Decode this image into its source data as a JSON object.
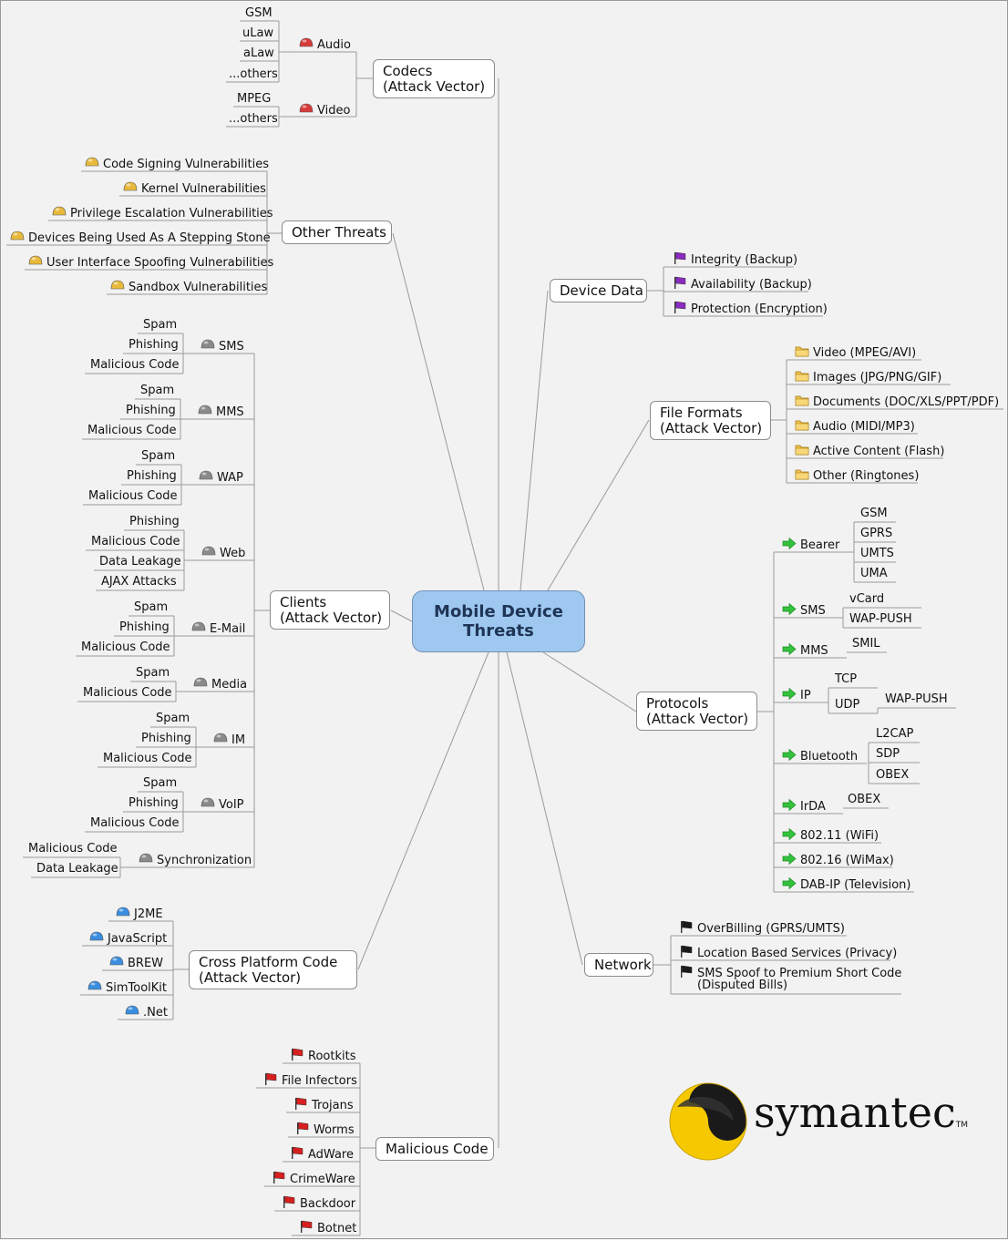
{
  "center": {
    "line1": "Mobile Device",
    "line2": "Threats"
  },
  "brand": {
    "word": "symantec",
    "tm": "TM",
    "colors": {
      "yellow": "#f5c800",
      "dark": "#1a1a1a"
    }
  },
  "branches": {
    "codecs": {
      "lines": [
        "Codecs",
        "(Attack Vector)"
      ]
    },
    "other_threats": {
      "lines": [
        "Other Threats"
      ]
    },
    "clients": {
      "lines": [
        "Clients",
        "(Attack Vector)"
      ]
    },
    "cross_platform": {
      "lines": [
        "Cross Platform Code",
        "(Attack Vector)"
      ]
    },
    "malicious_code": {
      "lines": [
        "Malicious Code"
      ]
    },
    "device_data": {
      "lines": [
        "Device Data"
      ]
    },
    "file_formats": {
      "lines": [
        "File Formats",
        "(Attack Vector)"
      ]
    },
    "protocols": {
      "lines": [
        "Protocols",
        "(Attack Vector)"
      ]
    },
    "network": {
      "lines": [
        "Network"
      ]
    }
  },
  "labels": {
    "audio": "Audio",
    "video": "Video",
    "gsm": "GSM",
    "ulaw": "uLaw",
    "alaw": "aLaw",
    "audio_others": "...others",
    "mpeg": "MPEG",
    "video_others": "...others",
    "code_signing": "Code Signing Vulnerabilities",
    "kernel": "Kernel Vulnerabilities",
    "privilege": "Privilege Escalation Vulnerabilities",
    "stepping": "Devices Being Used As A Stepping Stone",
    "ui_spoof": "User Interface Spoofing Vulnerabilities",
    "sandbox": "Sandbox Vulnerabilities",
    "sms": "SMS",
    "mms": "MMS",
    "wap": "WAP",
    "web": "Web",
    "email": "E-Mail",
    "media": "Media",
    "im": "IM",
    "voip": "VoIP",
    "sync": "Synchronization",
    "spam": "Spam",
    "phishing": "Phishing",
    "malcode": "Malicious Code",
    "dataleak": "Data Leakage",
    "ajax": "AJAX Attacks",
    "j2me": "J2ME",
    "javascript": "JavaScript",
    "brew": "BREW",
    "simtoolkit": "SimToolKit",
    "dotnet": ".Net",
    "rootkits": "Rootkits",
    "file_infectors": "File Infectors",
    "trojans": "Trojans",
    "worms": "Worms",
    "adware": "AdWare",
    "crimeware": "CrimeWare",
    "backdoor": "Backdoor",
    "botnet": "Botnet",
    "integrity": "Integrity (Backup)",
    "availability": "Availability (Backup)",
    "protection": "Protection (Encryption)",
    "ff_video": "Video (MPEG/AVI)",
    "ff_images": "Images (JPG/PNG/GIF)",
    "ff_docs": "Documents (DOC/XLS/PPT/PDF)",
    "ff_audio": "Audio (MIDI/MP3)",
    "ff_active": "Active Content (Flash)",
    "ff_other": "Other (Ringtones)",
    "bearer": "Bearer",
    "p_sms": "SMS",
    "p_mms": "MMS",
    "ip": "IP",
    "bluetooth": "Bluetooth",
    "irda": "IrDA",
    "wifi": "802.11 (WiFi)",
    "wimax": "802.16 (WiMax)",
    "dab": "DAB-IP (Television)",
    "p_gsm": "GSM",
    "gprs": "GPRS",
    "umts": "UMTS",
    "uma": "UMA",
    "vcard": "vCard",
    "wappush": "WAP-PUSH",
    "smil": "SMIL",
    "tcp": "TCP",
    "udp": "UDP",
    "udp_wappush": "WAP-PUSH",
    "l2cap": "L2CAP",
    "sdp": "SDP",
    "obex": "OBEX",
    "irda_obex": "OBEX",
    "overbilling": "OverBilling (GPRS/UMTS)",
    "location": "Location Based Services (Privacy)",
    "sms_spoof_1": "SMS Spoof to Premium Short Code",
    "sms_spoof_2": "(Disputed Bills)"
  },
  "icon_colors": {
    "red-dome": "#d83a3a",
    "yellow-dome": "#e8b93a",
    "gray-dome": "#8a8a8a",
    "blue-dome": "#3a8ee0",
    "purple-flag": "#8a2bc0",
    "red-flag": "#d81f1f",
    "black-flag": "#1a1a1a",
    "folder": "#f2c14e",
    "green-arrow": "#33c23c"
  }
}
